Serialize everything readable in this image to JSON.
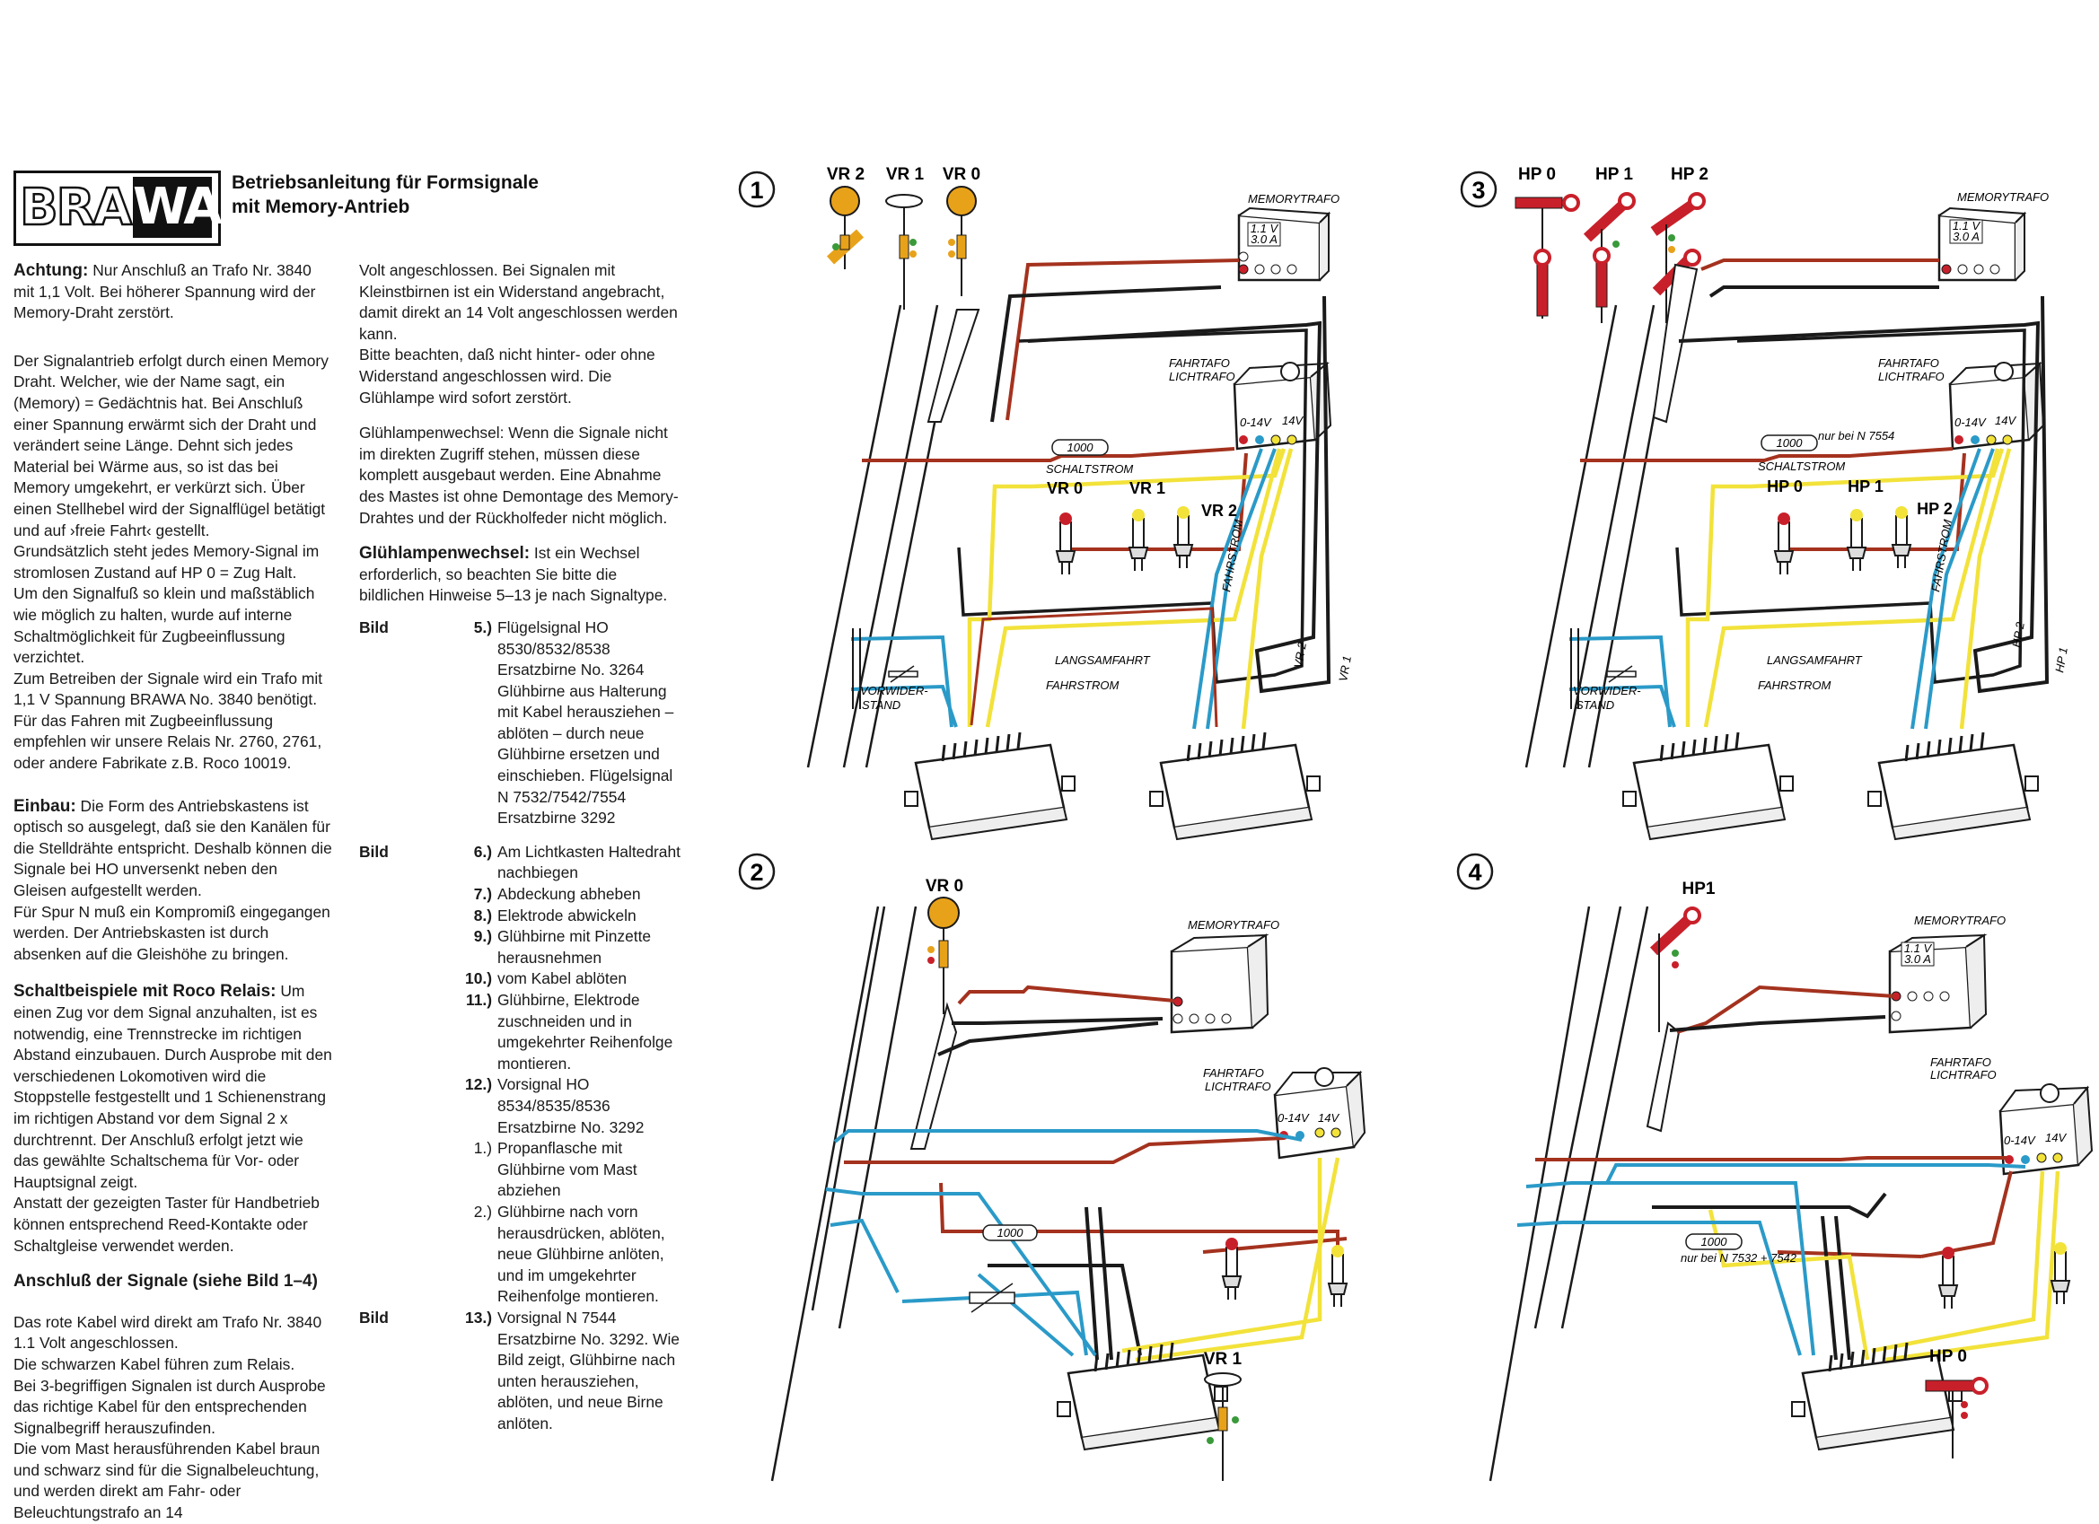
{
  "brand": {
    "left": "BRA",
    "right": "WA"
  },
  "title": [
    "Betriebsanleitung für Formsignale",
    "mit Memory-Antrieb"
  ],
  "col1": {
    "achtung_head": "Achtung:",
    "achtung_text": "Nur Anschluß an Trafo Nr. 3840 mit 1,1 Volt. Bei höherer Spannung wird der Memory-Draht zerstört.",
    "intro": "Der Signalantrieb erfolgt durch einen Memory Draht. Welcher, wie der Name sagt, ein (Memory) = Gedächtnis hat. Bei Anschluß einer Spannung erwärmt sich der Draht und verändert seine Länge. Dehnt sich jedes Material bei Wärme aus, so ist das bei Memory umgekehrt, er verkürzt sich. Über einen Stellhebel wird der Signalflügel betätigt und auf ›freie Fahrt‹ gestellt.",
    "intro2": "Grundsätzlich steht jedes Memory-Signal im stromlosen Zustand auf HP 0 = Zug Halt.",
    "intro3": "Um den Signalfuß so klein und maßstäblich wie möglich zu halten, wurde auf interne Schaltmöglichkeit für Zugbeeinflussung verzichtet.",
    "intro4": "Zum Betreiben der Signale wird ein Trafo mit 1,1 V Spannung BRAWA No. 3840 benötigt.",
    "intro5": "Für das Fahren mit Zugbeeinflussung empfehlen wir unsere Relais Nr. 2760, 2761, oder andere Fabrikate z.B. Roco 10019.",
    "einbau_head": "Einbau:",
    "einbau_text": "Die Form des Antriebskastens ist optisch so ausgelegt, daß sie den Kanälen für die Stelldrähte entspricht. Deshalb können die Signale bei HO unversenkt neben den Gleisen aufgestellt werden.",
    "einbau2": "Für Spur N muß ein Kompromiß eingegangen werden. Der Antriebskasten ist durch absenken auf die Gleishöhe zu bringen.",
    "schalt_head": "Schaltbeispiele mit Roco Relais:",
    "schalt_text": "Um einen Zug vor dem Signal anzuhalten, ist es notwendig, eine Trennstrecke im richtigen Abstand einzubauen. Durch Ausprobe mit den verschiedenen Lokomotiven wird die Stoppstelle festgestellt und 1 Schienenstrang im richtigen Abstand vor dem Signal 2 x durchtrennt. Der Anschluß erfolgt jetzt wie das gewählte Schaltschema für Vor- oder Hauptsignal zeigt.",
    "schalt2": "Anstatt der gezeigten Taster für Handbetrieb können entsprechend Reed-Kontakte oder Schaltgleise verwendet werden.",
    "anschluss_head": "Anschluß der Signale (siehe Bild 1–4)",
    "anschluss_text": "Das rote Kabel wird direkt am Trafo Nr. 3840 1.1 Volt angeschlossen.",
    "anschluss2": "Die schwarzen Kabel führen zum Relais.",
    "anschluss3": "Bei 3-begriffigen Signalen ist durch Ausprobe das richtige Kabel für den entsprechenden Signalbegriff herauszufinden.",
    "anschluss4": "Die vom Mast herausführenden Kabel braun und schwarz sind für die Signalbeleuchtung, und werden direkt am Fahr- oder Beleuchtungstrafo an 14"
  },
  "col2": {
    "cont": "Volt angeschlossen. Bei Signalen mit Kleinstbirnen ist ein Widerstand angebracht, damit direkt an 14 Volt angeschlossen werden kann.",
    "cont2": "Bitte beachten, daß nicht hinter- oder ohne Widerstand angeschlossen wird. Die Glühlampe wird sofort zerstört.",
    "gw1": "Glühlampenwechsel: Wenn die Signale nicht im direkten Zugriff stehen, müssen diese komplett ausgebaut werden. Eine Abnahme des Mastes ist ohne Demontage des Memory-Drahtes und der Rückholfeder nicht möglich.",
    "gw2_head": "Glühlampenwechsel:",
    "gw2_text": "Ist ein Wechsel erforderlich, so beachten Sie bitte die bildlichen Hinweise 5–13 je nach Signaltype.",
    "bild_label": "Bild",
    "items": [
      {
        "k": "Bild",
        "n": "5.)",
        "t": "Flügelsignal HO 8530/8532/8538 Ersatzbirne No. 3264 Glühbirne aus Halterung mit Kabel herausziehen – ablöten – durch neue Glühbirne ersetzen und einschieben. Flügelsignal N 7532/7542/7554 Ersatzbirne 3292"
      },
      {
        "k": "Bild",
        "n": "6.)",
        "t": "Am Lichtkasten Haltedraht nachbiegen"
      },
      {
        "k": "",
        "n": "7.)",
        "t": "Abdeckung abheben"
      },
      {
        "k": "",
        "n": "8.)",
        "t": "Elektrode abwickeln"
      },
      {
        "k": "",
        "n": "9.)",
        "t": "Glühbirne mit Pinzette herausnehmen"
      },
      {
        "k": "",
        "n": "10.)",
        "t": "vom Kabel ablöten"
      },
      {
        "k": "",
        "n": "11.)",
        "t": "Glühbirne, Elektrode zuschneiden und in umgekehrter Reihenfolge montieren."
      },
      {
        "k": "",
        "n": "12.)",
        "t": "Vorsignal HO 8534/8535/8536 Ersatzbirne No. 3292"
      },
      {
        "k": "",
        "n": "1.)",
        "t": "Propanflasche mit Glühbirne vom Mast abziehen",
        "sub": true
      },
      {
        "k": "",
        "n": "2.)",
        "t": "Glühbirne nach vorn herausdrücken, ablöten, neue Glühbirne anlöten, und im umgekehrter Reihenfolge montieren.",
        "sub": true
      },
      {
        "k": "Bild",
        "n": "13.)",
        "t": "Vorsignal N 7544 Ersatzbirne No. 3292. Wie Bild zeigt, Glühbirne nach unten herausziehen, ablöten, und neue Birne anlöten."
      }
    ]
  },
  "diagrams": {
    "d1": {
      "num": "1",
      "signals": [
        "VR 2",
        "VR 1",
        "VR 0"
      ],
      "bulbs": [
        "VR 0",
        "VR 1",
        "VR 2"
      ],
      "memory": "MEMORYTRAFO",
      "trafo_v": "1.1 V",
      "trafo_a": "3.0 A",
      "fahrtafo": "FAHRTAFO",
      "lichtrafo": "LICHTRAFO",
      "v1": "0-14V",
      "v2": "14V",
      "res": "1000",
      "schaltstrom": "SCHALTSTROM",
      "fahrstrom_label": "FAHRSTROM",
      "langsam": "LANGSAMFAHRT",
      "fahrstrom": "FAHRSTROM",
      "vorwider": "VORWIDER-",
      "stand": "STAND",
      "side1": "VR 2",
      "side2": "VR 1"
    },
    "d2": {
      "num": "2",
      "signal": "VR 0",
      "signal2": "VR 1",
      "memory": "MEMORYTRAFO",
      "fahrtafo": "FAHRTAFO",
      "lichtrafo": "LICHTRAFO",
      "v1": "0-14V",
      "v2": "14V",
      "res": "1000"
    },
    "d3": {
      "num": "3",
      "signals": [
        "HP 0",
        "HP 1",
        "HP 2"
      ],
      "bulbs": [
        "HP 0",
        "HP 1",
        "HP 2"
      ],
      "memory": "MEMORYTRAFO",
      "trafo_v": "1.1 V",
      "trafo_a": "3.0 A",
      "fahrtafo": "FAHRTAFO",
      "lichtrafo": "LICHTRAFO",
      "v1": "0-14V",
      "v2": "14V",
      "res": "1000",
      "nurbei": "nur bei N 7554",
      "schaltstrom": "SCHALTSTROM",
      "fahrstrom_label": "FAHRSTROM",
      "langsam": "LANGSAMFAHRT",
      "fahrstrom": "FAHRSTROM",
      "vorwider": "VORWIDER-",
      "stand": "STAND",
      "side1": "HP 2",
      "side2": "HP 1"
    },
    "d4": {
      "num": "4",
      "signal": "HP1",
      "signal2": "HP 0",
      "memory": "MEMORYTRAFO",
      "trafo_v": "1.1 V",
      "trafo_a": "3.0 A",
      "fahrtafo": "FAHRTAFO",
      "lichtrafo": "LICHTRAFO",
      "v1": "0-14V",
      "v2": "14V",
      "res": "1000",
      "nurbei": "nur bei N 7532 + 7542"
    }
  },
  "colors": {
    "red": "#a4321e",
    "black": "#1a1a1a",
    "yellow": "#f2e23a",
    "blue": "#2a9ac8",
    "orange": "#e8a21a",
    "signalred": "#c8202a"
  }
}
